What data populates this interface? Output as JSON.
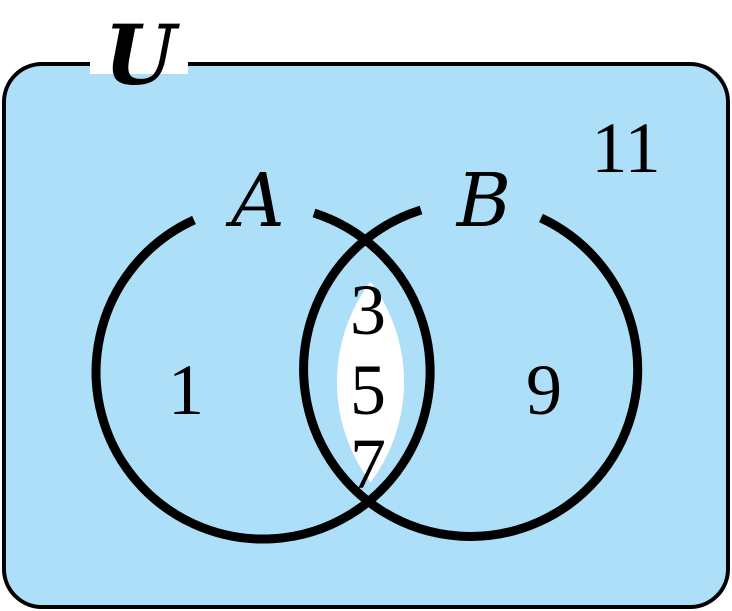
{
  "diagram": {
    "universe_label": "U",
    "set_a_label": "A",
    "set_b_label": "B",
    "outside_value": "11",
    "a_only_value": "1",
    "b_only_value": "9",
    "intersection_values": [
      "3",
      "5",
      "7"
    ],
    "colors": {
      "shaded_fill": "#ADDFF8",
      "intersection_fill": "#FFFFFF",
      "stroke": "#000000"
    }
  }
}
